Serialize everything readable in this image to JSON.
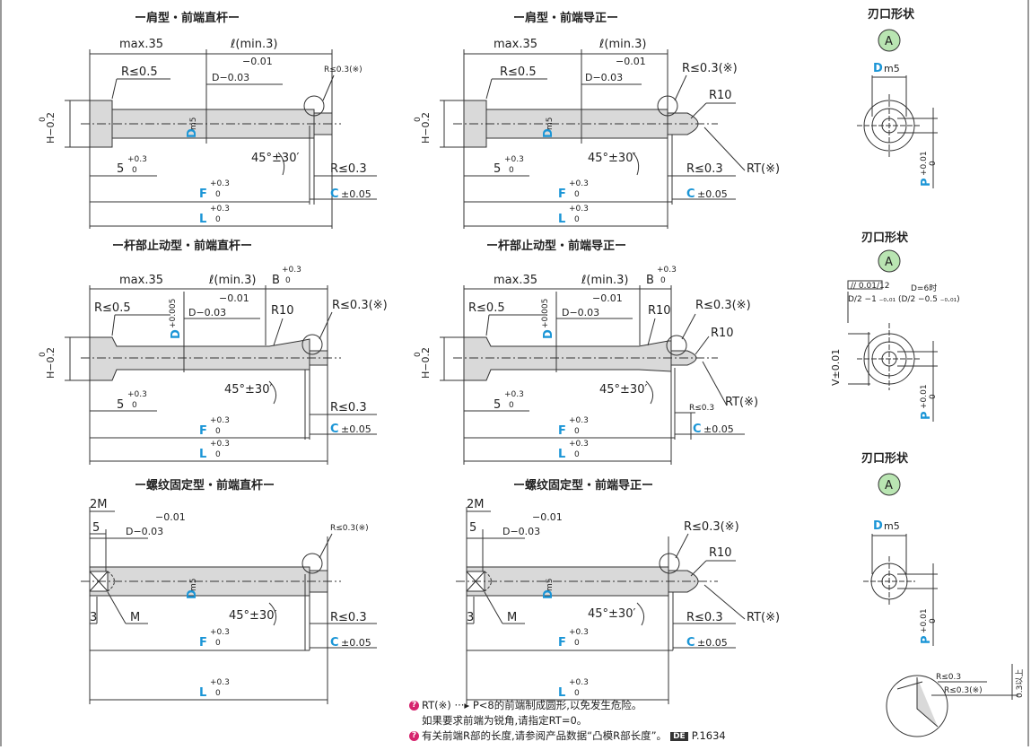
{
  "titles": {
    "r1c1": "ー肩型・前端直杆ー",
    "r1c2": "ー肩型・前端导正ー",
    "r2c1": "ー杆部止动型・前端直杆ー",
    "r2c2": "ー杆部止动型・前端导正ー",
    "r3c1": "ー螺纹固定型・前端直杆ー",
    "r3c2": "ー螺纹固定型・前端导正ー"
  },
  "blade": {
    "title": "刃口形状",
    "badge": "A",
    "d_letter": "D",
    "d_sub": "m5",
    "p_label": "P",
    "p_tol_up": "+0.01",
    "p_tol_lo": "0",
    "v_label": "V±0.01",
    "callout_box": "// 0.01/12",
    "callout_d": "D=6时"
  },
  "dims": {
    "max35": "max.35",
    "ell": "ℓ(min.3)",
    "d_tol_up": "−0.01",
    "d_tol_lo": "D−0.03",
    "r05": "R≤0.5",
    "r03x": "R≤0.3(※)",
    "r03": "R≤0.3",
    "r10": "R10",
    "rt": "RT(※)",
    "angle": "45°±30′",
    "h_tol": "H−0.2",
    "h_tol_zero": "0",
    "five": "5",
    "tol_03": "+0.3",
    "tol_0": "0",
    "F": "F",
    "L": "L",
    "C": "C",
    "c_tol": "±0.05",
    "d_big": "D",
    "m5": "m5",
    "b_label": "B",
    "d_tol_005": "+0.005",
    "two_m": "2M",
    "three": "3",
    "m": "M",
    "detail_r03": "R≤0.3",
    "detail_r03x": "R≤0.3(※)",
    "detail_side": "0.3以上"
  },
  "notes": {
    "line1": "RT(※)  ···▸ P<8的前端制成圆形,以免发生危险。",
    "line2": "如果要求前端为锐角,请指定RT=0。",
    "line3a": "有关前端R部的长度,请参阅产品数据“凸模R部长度”。",
    "line3b": "P.1634",
    "pref": "DE"
  }
}
